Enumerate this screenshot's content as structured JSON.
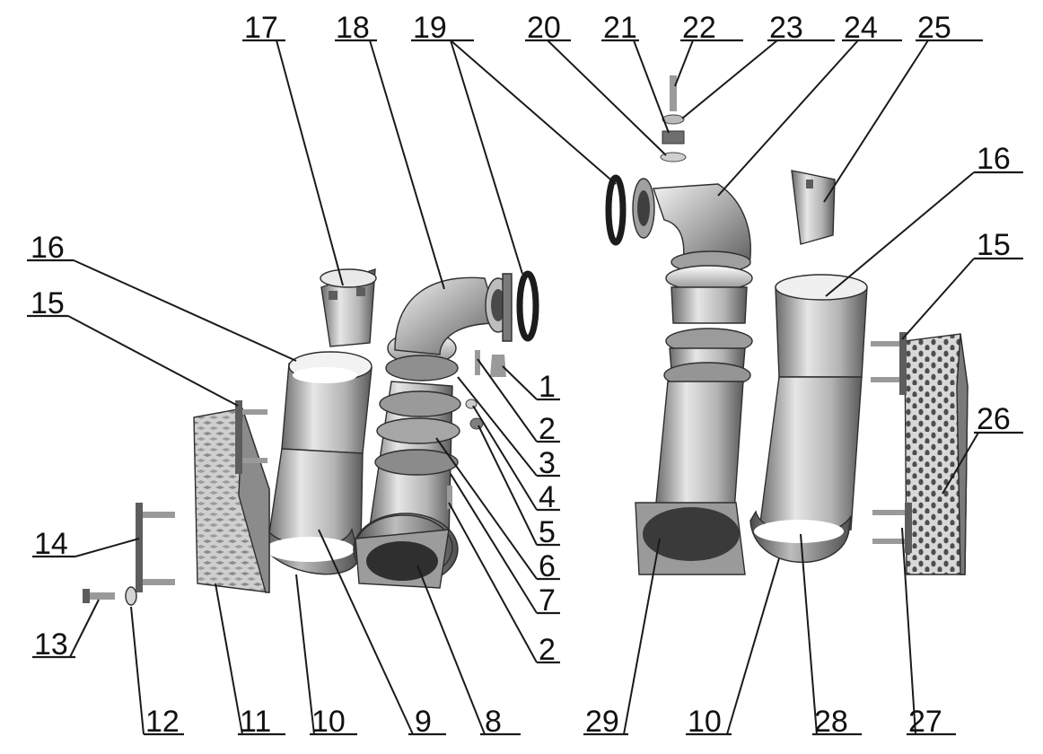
{
  "diagram": {
    "callouts": [
      {
        "id": "c17",
        "label": "17"
      },
      {
        "id": "c18",
        "label": "18"
      },
      {
        "id": "c19",
        "label": "19"
      },
      {
        "id": "c20",
        "label": "20"
      },
      {
        "id": "c21",
        "label": "21"
      },
      {
        "id": "c22",
        "label": "22"
      },
      {
        "id": "c23",
        "label": "23"
      },
      {
        "id": "c24",
        "label": "24"
      },
      {
        "id": "c25",
        "label": "25"
      },
      {
        "id": "c16a",
        "label": "16"
      },
      {
        "id": "c15a",
        "label": "15"
      },
      {
        "id": "c16b",
        "label": "16"
      },
      {
        "id": "c15b",
        "label": "15"
      },
      {
        "id": "c26",
        "label": "26"
      },
      {
        "id": "c1",
        "label": "1"
      },
      {
        "id": "c2a",
        "label": "2"
      },
      {
        "id": "c3",
        "label": "3"
      },
      {
        "id": "c4",
        "label": "4"
      },
      {
        "id": "c5",
        "label": "5"
      },
      {
        "id": "c6",
        "label": "6"
      },
      {
        "id": "c7",
        "label": "7"
      },
      {
        "id": "c2b",
        "label": "2"
      },
      {
        "id": "c14",
        "label": "14"
      },
      {
        "id": "c13",
        "label": "13"
      },
      {
        "id": "c12",
        "label": "12"
      },
      {
        "id": "c11",
        "label": "11"
      },
      {
        "id": "c10a",
        "label": "10"
      },
      {
        "id": "c9",
        "label": "9"
      },
      {
        "id": "c8",
        "label": "8"
      },
      {
        "id": "c29",
        "label": "29"
      },
      {
        "id": "c10b",
        "label": "10"
      },
      {
        "id": "c28",
        "label": "28"
      },
      {
        "id": "c27",
        "label": "27"
      }
    ]
  }
}
